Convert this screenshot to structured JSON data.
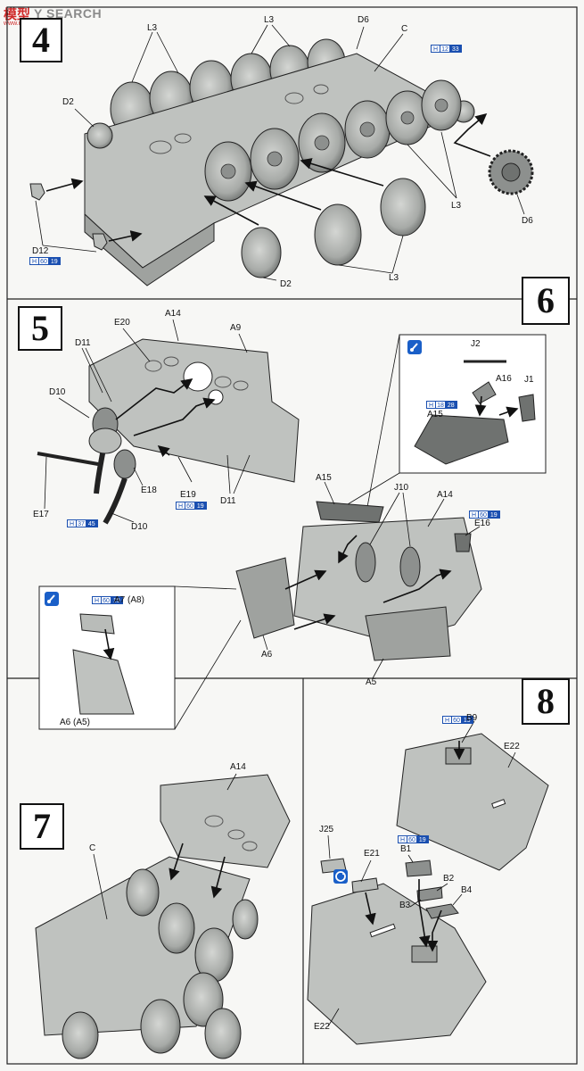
{
  "watermark": {
    "logo": "模型",
    "text": "Y SEARCH",
    "url": "www.moxing.net"
  },
  "steps": {
    "s4": "4",
    "s5": "5",
    "s6": "6",
    "s7": "7",
    "s8": "8"
  },
  "labels": {
    "s4": {
      "L3_a": "L3",
      "L3_b": "L3",
      "D6_top": "D6",
      "C": "C",
      "D2_left": "D2",
      "L3_right": "L3",
      "D6_right": "D6",
      "D12": "D12",
      "D2_bottom": "D2",
      "L3_bottom": "L3"
    },
    "s5": {
      "A14": "A14",
      "E20": "E20",
      "A9": "A9",
      "D11_top": "D11",
      "D10_top": "D10",
      "E18": "E18",
      "E19": "E19",
      "D11_bottom": "D11",
      "E17": "E17",
      "D10_bottom": "D10"
    },
    "s6": {
      "J2": "J2",
      "A16": "A16",
      "J1": "J1",
      "A15_detail": "A15",
      "A15": "A15",
      "J10": "J10",
      "A14": "A14",
      "E16": "E16",
      "A6": "A6",
      "A5": "A5",
      "A7": "A7 (A8)",
      "A6A5": "A6 (A5)"
    },
    "s7": {
      "A14": "A14",
      "C": "C"
    },
    "s8": {
      "B9": "B9",
      "E22_top": "E22",
      "J25": "J25",
      "E21": "E21",
      "B1": "B1",
      "B2": "B2",
      "B3": "B3",
      "B4": "B4",
      "E22_bottom": "E22"
    }
  },
  "badges": {
    "b4_top": {
      "h": "H",
      "n": "12",
      "p": "33"
    },
    "b4_d12": {
      "h": "H",
      "n": "60",
      "p": "19"
    },
    "b5_e19": {
      "h": "H",
      "n": "60",
      "p": "19"
    },
    "b5_e17": {
      "h": "H",
      "n": "37",
      "p": "45"
    },
    "b6_a15": {
      "h": "H",
      "n": "18",
      "p": "28"
    },
    "b6_e16": {
      "h": "H",
      "n": "60",
      "p": "19"
    },
    "b6_a7": {
      "h": "H",
      "n": "60",
      "p": "19"
    },
    "b8_b9": {
      "h": "H",
      "n": "60",
      "p": "19"
    },
    "b8_b1": {
      "h": "H",
      "n": "60",
      "p": "19"
    }
  },
  "icons": {
    "detail_icon": "paint-brush-icon",
    "detail_icon2": "paint-brush-icon",
    "rotate_icon": "rotate-icon"
  },
  "colors": {
    "part_gray": "#b9bcb9",
    "part_dark": "#6f7270",
    "line": "#111111",
    "badge_blue": "#1a4fb0"
  }
}
